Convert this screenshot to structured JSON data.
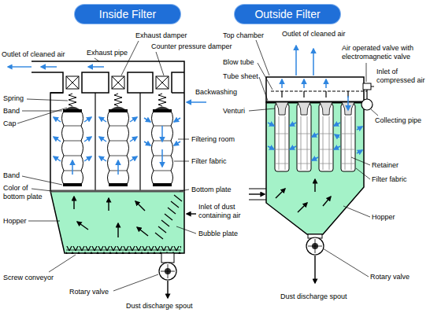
{
  "diagram": {
    "nodes": [
      {
        "text": [
          "Inside Filter"
        ]
      },
      {
        "text": [
          "Outside Filter"
        ]
      }
    ],
    "labels": [
      "Exhaust damper",
      "Exhaust pipe",
      "Counter pressure damper",
      "Outlet of cleaned air",
      "Spring",
      "Band",
      "Cap",
      "Backwashing",
      "Filtering room",
      "Filter fabric",
      "Band",
      "Bottom plate",
      "Color of bottom plate",
      "Hopper",
      "Inlet of dust containing air",
      "Bubble plate",
      "Screw conveyor",
      "Rotary valve",
      "Dust discharge spout",
      "Top chamber",
      "Outlet of cleaned air",
      "Blow tube",
      "Air operated valve with electromagnetic valve",
      "Tube sheet",
      "Inlet of compressed air",
      "Venturi",
      "Collecting pipe",
      "Retainer",
      "Filter fabric",
      "Hopper",
      "Rotary valve",
      "Dust discharge spout"
    ]
  }
}
